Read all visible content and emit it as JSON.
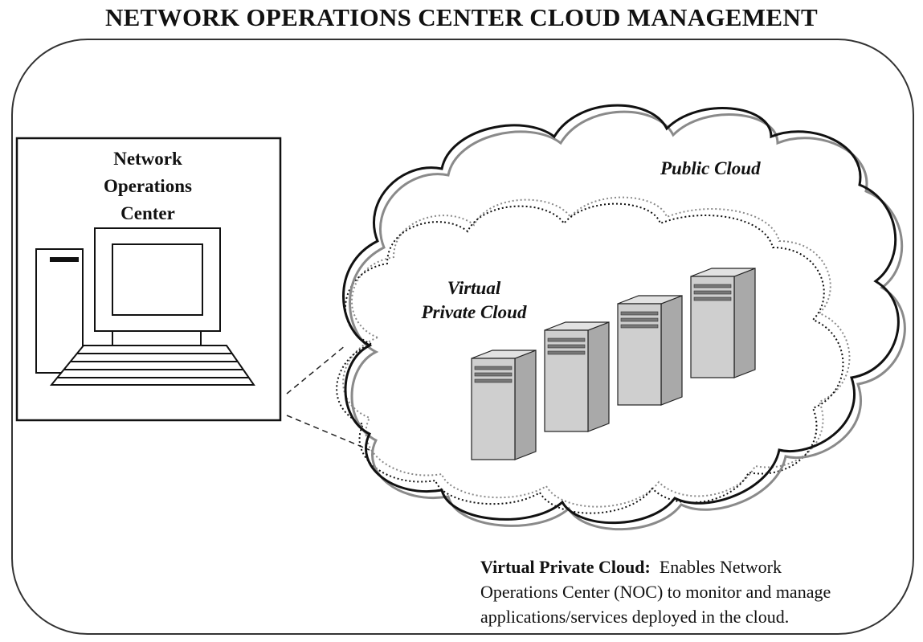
{
  "title": "NETWORK OPERATIONS CENTER CLOUD MANAGEMENT",
  "noc": {
    "label_lines": [
      "Network",
      "Operations",
      "Center"
    ]
  },
  "public_cloud": {
    "label": "Public Cloud"
  },
  "private_cloud": {
    "label_lines": [
      "Virtual",
      "Private Cloud"
    ]
  },
  "caption": {
    "term": "Virtual Private Cloud:",
    "line1_rest": "Enables Network",
    "line2": "Operations Center (NOC) to monitor and manage",
    "line3": "applications/services deployed in the cloud."
  },
  "servers": {
    "count": 4
  },
  "colors": {
    "line": "#111111",
    "shadow": "#8a8a8a",
    "server_face": "#cfcfcf",
    "server_side": "#a9a9a9"
  }
}
